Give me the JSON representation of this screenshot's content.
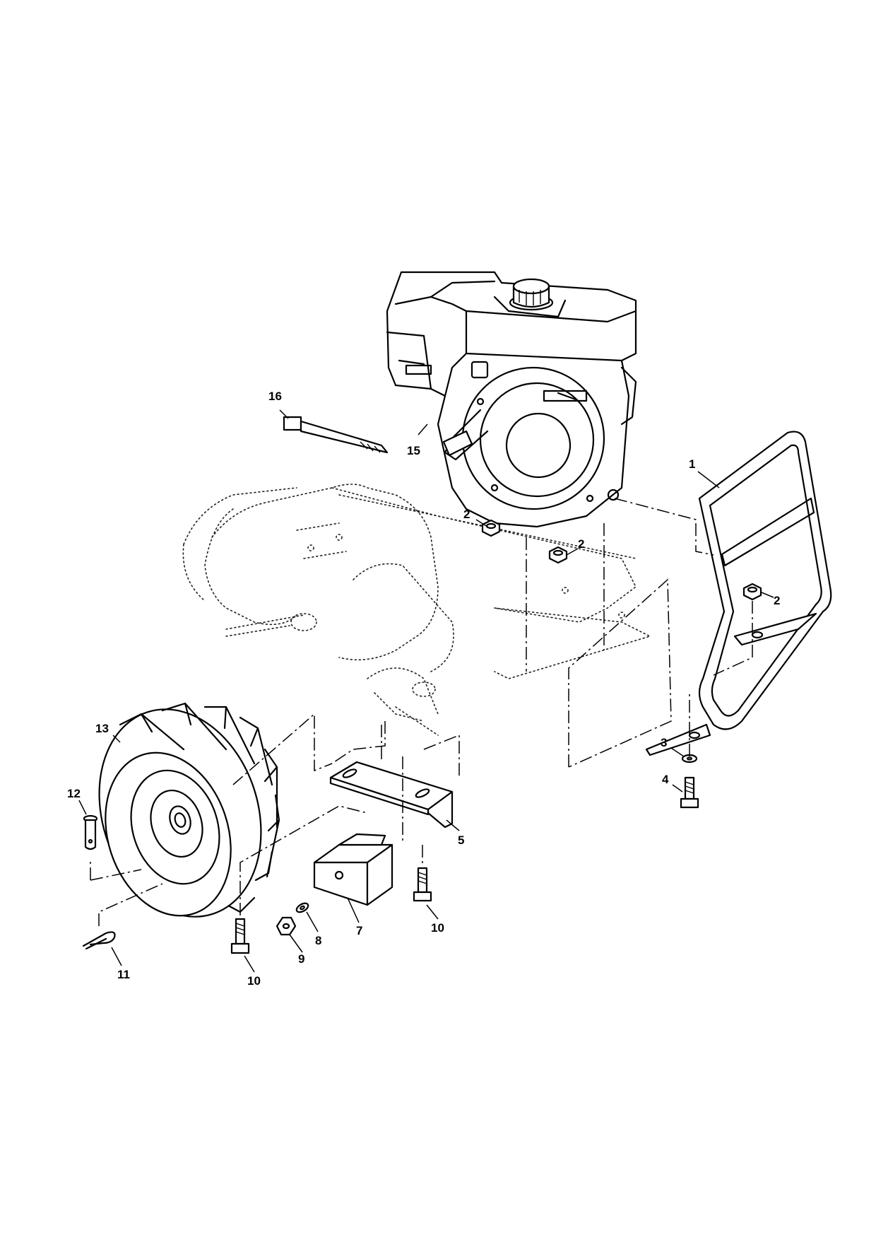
{
  "callouts": [
    {
      "id": "c1",
      "label": "1"
    },
    {
      "id": "c2a",
      "label": "2"
    },
    {
      "id": "c2b",
      "label": "2"
    },
    {
      "id": "c2c",
      "label": "2"
    },
    {
      "id": "c3",
      "label": "3"
    },
    {
      "id": "c4",
      "label": "4"
    },
    {
      "id": "c5",
      "label": "5"
    },
    {
      "id": "c7",
      "label": "7"
    },
    {
      "id": "c8",
      "label": "8"
    },
    {
      "id": "c9",
      "label": "9"
    },
    {
      "id": "c10a",
      "label": "10"
    },
    {
      "id": "c10b",
      "label": "10"
    },
    {
      "id": "c11",
      "label": "11"
    },
    {
      "id": "c12",
      "label": "12"
    },
    {
      "id": "c13",
      "label": "13"
    },
    {
      "id": "c15",
      "label": "15"
    },
    {
      "id": "c16",
      "label": "16"
    }
  ]
}
